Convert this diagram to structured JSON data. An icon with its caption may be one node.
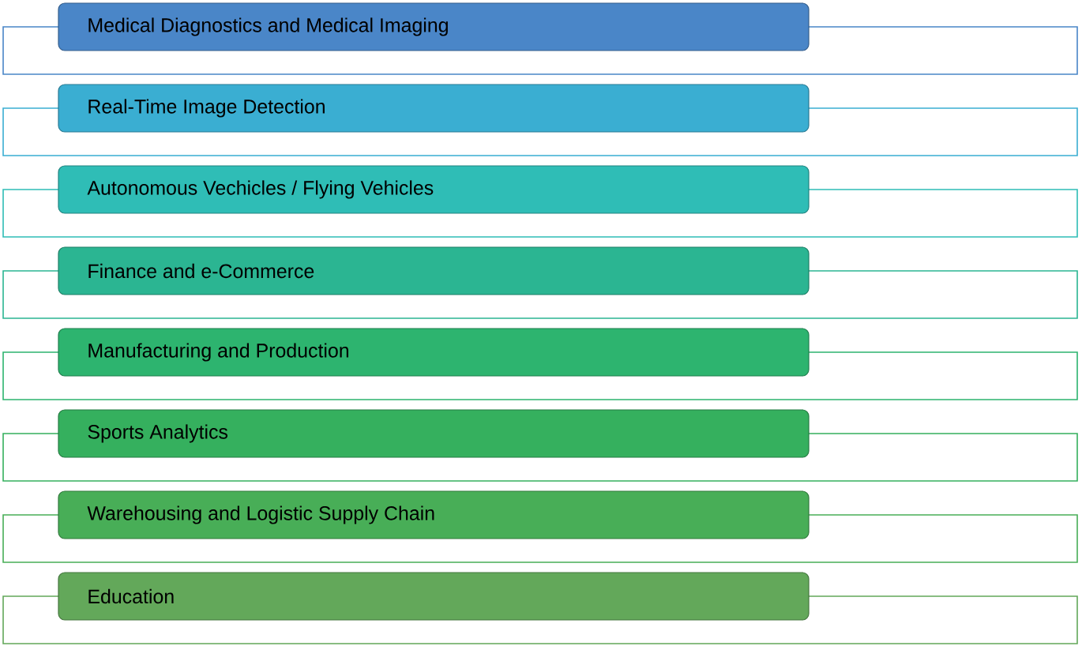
{
  "diagram": {
    "nodes": [
      {
        "text": [
          "Medical Diagnostics and Medical Imaging"
        ]
      },
      {
        "text": [
          "Real-Time Image Detection"
        ]
      },
      {
        "text": [
          "Autonomous Vechicles / Flying Vehicles"
        ]
      },
      {
        "text": [
          "Finance and e-Commerce"
        ]
      },
      {
        "text": [
          "Manufacturing and Production"
        ]
      },
      {
        "text": [
          "Sports Analytics"
        ]
      },
      {
        "text": [
          "Warehousing and Logistic Supply Chain"
        ]
      },
      {
        "text": [
          "Education"
        ]
      }
    ]
  }
}
